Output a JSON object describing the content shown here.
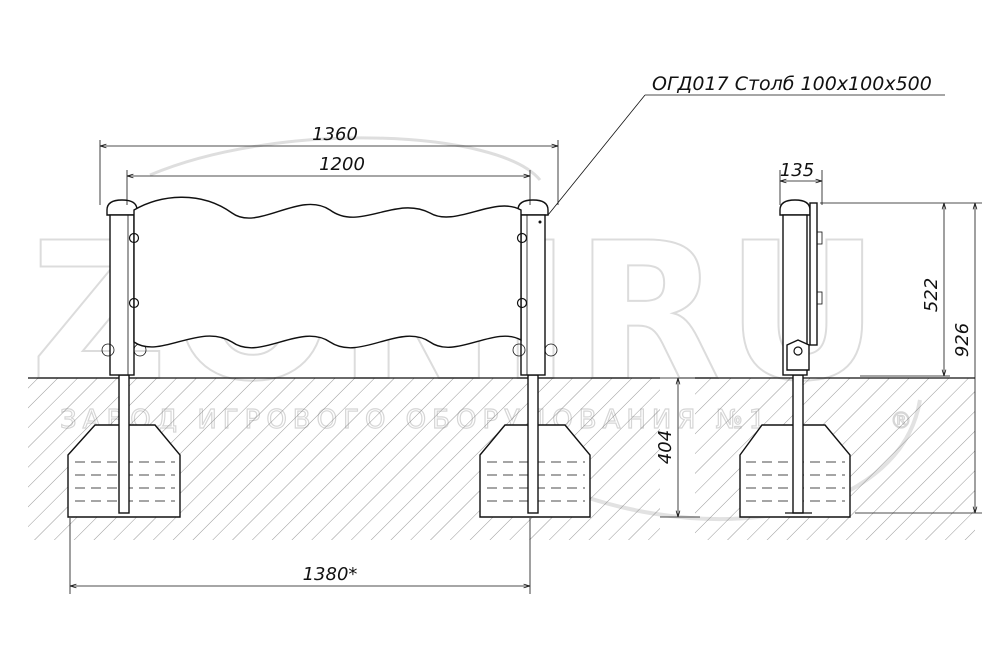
{
  "labels": {
    "part_callout": "ОГД017 Столб 100х100х500",
    "watermark_logo": "ZONIRU",
    "watermark_subtitle": "ЗАВОД ИГРОВОГО ОБОРУДОВАНИЯ №1",
    "watermark_mark": "®"
  },
  "dimensions": {
    "overall_width": "1360",
    "panel_width": "1200",
    "footing_spacing": "1380*",
    "post_depth": "135",
    "embed_depth": "404",
    "panel_height": "522",
    "total_height": "926"
  },
  "colors": {
    "line": "#111111",
    "watermark": "#d6d6d6",
    "background": "#ffffff"
  }
}
